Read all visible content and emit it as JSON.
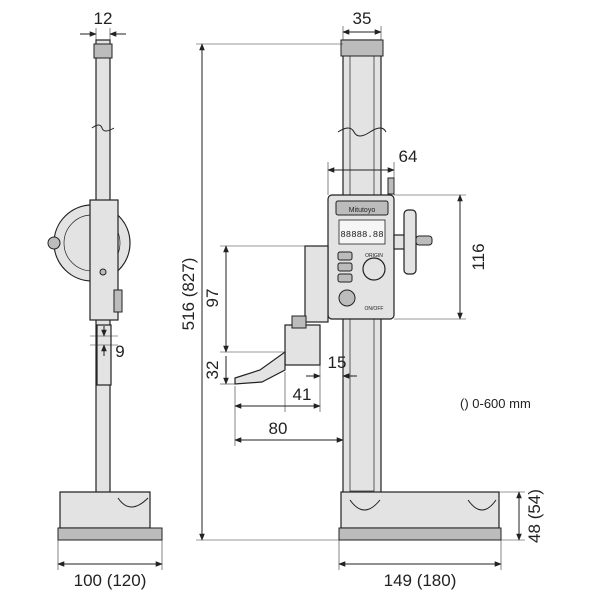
{
  "dimensions": {
    "top_width_small": "12",
    "top_width_column": "35",
    "display_width": "64",
    "display_height": "116",
    "total_height": "516 (827)",
    "scriber_height": "97",
    "scriber_offset": "32",
    "side_offset": "9",
    "scriber_gap": "15",
    "scriber_length_41": "41",
    "scriber_length_80": "80",
    "base_depth": "100 (120)",
    "base_width": "149 (180)",
    "base_height": "48 (54)"
  },
  "note": "() 0-600 mm",
  "display": {
    "brand": "Mitutoyo",
    "readout": "88888.88",
    "origin_label": "ORIGIN",
    "on_off_label": "ON/OFF"
  }
}
